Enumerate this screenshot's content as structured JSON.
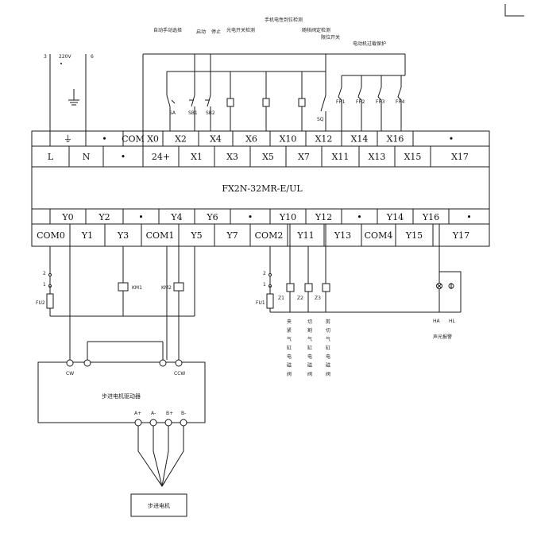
{
  "top_annotations": {
    "auto_manual": "自动手动选择",
    "start": "启动",
    "stop": "停止",
    "photo_switch": "光电开关检测",
    "manual_motor_pos": "手机电性到位检测",
    "follow_press": "随核阀定检测",
    "limit_switch": "限位开关",
    "motor_overload": "电动机过载保护"
  },
  "power": {
    "left_num": "3",
    "voltage": "220V",
    "right_num": "6"
  },
  "switch_labels": [
    "SA",
    "SB1",
    "SB2",
    "SQ",
    "FR1",
    "FR2",
    "FR3",
    "FR4"
  ],
  "plc": {
    "model": "FX2N-32MR-E/UL",
    "input_top_row": [
      "",
      "⏚",
      "•",
      "COM",
      "X0",
      "X2",
      "X4",
      "X6",
      "X10",
      "X12",
      "X14",
      "X16",
      "•"
    ],
    "input_bottom_row": [
      "L",
      "N",
      "•",
      "24+",
      "X1",
      "X3",
      "X5",
      "X7",
      "X11",
      "X13",
      "X15",
      "X17"
    ],
    "output_top_row": [
      "Y0",
      "Y2",
      "•",
      "Y4",
      "Y6",
      "•",
      "Y10",
      "Y12",
      "•",
      "Y14",
      "Y16",
      "•"
    ],
    "output_bottom_row": [
      "COM0",
      "Y1",
      "Y3",
      "COM1",
      "Y5",
      "Y7",
      "COM2",
      "Y11",
      "Y13",
      "COM4",
      "Y15",
      "Y17"
    ]
  },
  "output_labels": {
    "fu2": "FU2",
    "fu1": "FU1",
    "km1": "KM1",
    "km2": "KM2",
    "z1": "Z1",
    "z2": "Z2",
    "z3": "Z3",
    "ha": "HA",
    "hl": "HL",
    "alarm": "声光报警",
    "two": "2",
    "one": "1",
    "two_b": "2",
    "one_b": "1"
  },
  "valve_labels": [
    "夹紧气缸电磁阀",
    "切割气缸电磁阀",
    "剪切气缸电磁阀"
  ],
  "driver": {
    "title": "步进电机驱动器",
    "cw": "CW",
    "ccw": "CCW",
    "terminals": [
      "A+",
      "A-",
      "B+",
      "B-"
    ]
  },
  "motor": {
    "label": "步进电机"
  }
}
